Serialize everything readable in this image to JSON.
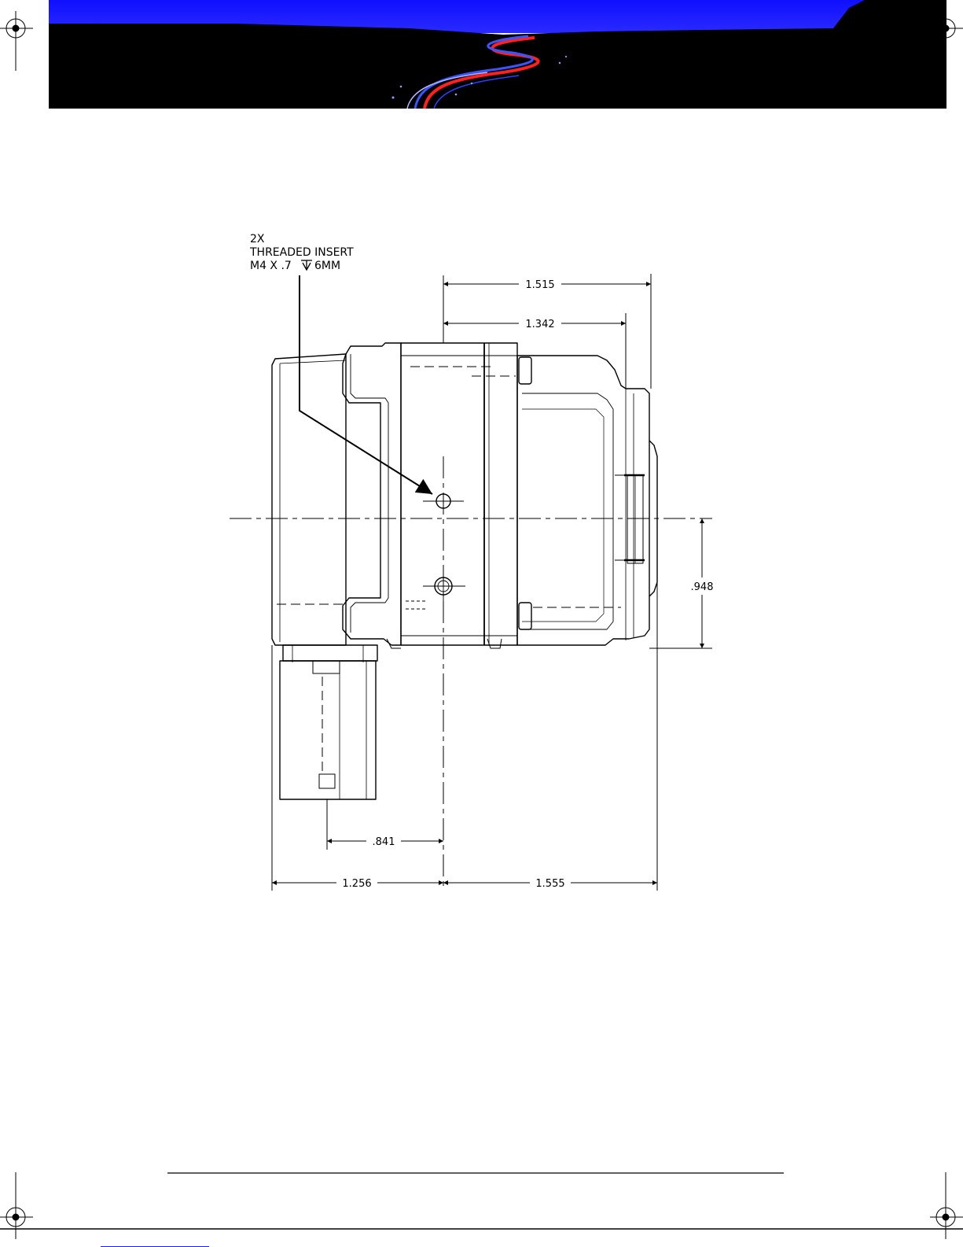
{
  "callout": {
    "line1": "2X",
    "line2": "THREADED INSERT",
    "line3_pre": "M4 X .7",
    "line3_post": "6MM"
  },
  "dimensions": {
    "d_1515": "1.515",
    "d_1342": "1.342",
    "d_948": ".948",
    "d_841": ".841",
    "d_1256": "1.256",
    "d_1555": "1.555"
  },
  "colors": {
    "sky": "#1a1aff",
    "ground": "#000000",
    "trail_red": "#ff2020",
    "trail_blue": "#3050ff",
    "footer_link": "#1a1aff"
  }
}
